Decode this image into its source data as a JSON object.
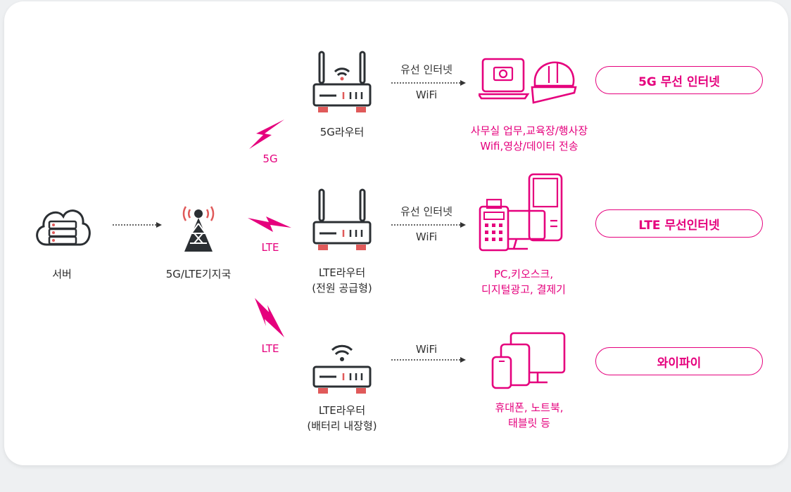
{
  "colors": {
    "accent": "#e5007d",
    "dark": "#2b2f33",
    "red": "#e05a5a"
  },
  "server": {
    "label": "서버",
    "icon": "cloud-server-icon"
  },
  "tower": {
    "label": "5G/LTE기지국",
    "icon": "cell-tower-icon"
  },
  "links": {
    "fiveg": "5G",
    "lte1": "LTE",
    "lte2": "LTE"
  },
  "routers": {
    "r5g": {
      "label": "5G라우터"
    },
    "rlte": {
      "line1": "LTE라우터",
      "line2": "(전원 공급형)"
    },
    "rbat": {
      "line1": "LTE라우터",
      "line2": "(배터리 내장형)"
    }
  },
  "connections": {
    "row1": {
      "top": "유선 인터넷",
      "bottom": "WiFi"
    },
    "row2": {
      "top": "유선 인터넷",
      "bottom": "WiFi"
    },
    "row3": {
      "top": "WiFi"
    }
  },
  "devices": {
    "row1": {
      "line1": "사무실 업무,교육장/행사장",
      "line2": "Wifi,영상/데이터 전송",
      "icon": "laptop-helmet-icon"
    },
    "row2": {
      "line1": "PC,키오스크,",
      "line2": "디지털광고, 결제기",
      "icon": "kiosk-pc-icon"
    },
    "row3": {
      "line1": "휴대폰, 노트북,",
      "line2": "태블릿 등",
      "icon": "mobile-devices-icon"
    }
  },
  "services": {
    "s1": "5G 무선 인터넷",
    "s2": "LTE 무선인터넷",
    "s3": "와이파이"
  }
}
